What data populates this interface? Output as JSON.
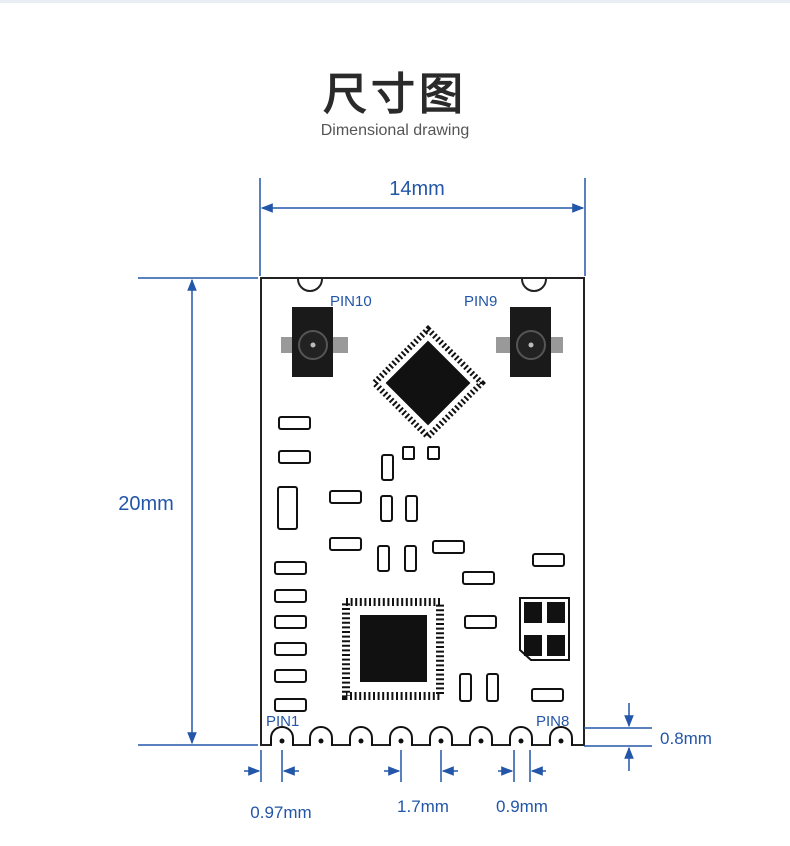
{
  "header": {
    "title": "尺寸图",
    "subtitle": "Dimensional drawing"
  },
  "dimensions": {
    "width": "14mm",
    "height": "20mm",
    "pin_edge_offset": "0.97mm",
    "pin_pitch": "1.7mm",
    "pad_width": "0.9mm",
    "pad_height": "0.8mm"
  },
  "pins": {
    "pin10": "PIN10",
    "pin9": "PIN9",
    "pin1": "PIN1",
    "pin8": "PIN8"
  },
  "colors": {
    "dimension_line": "#2356a8",
    "board_outline": "#222222",
    "component_fill": "#111111"
  }
}
